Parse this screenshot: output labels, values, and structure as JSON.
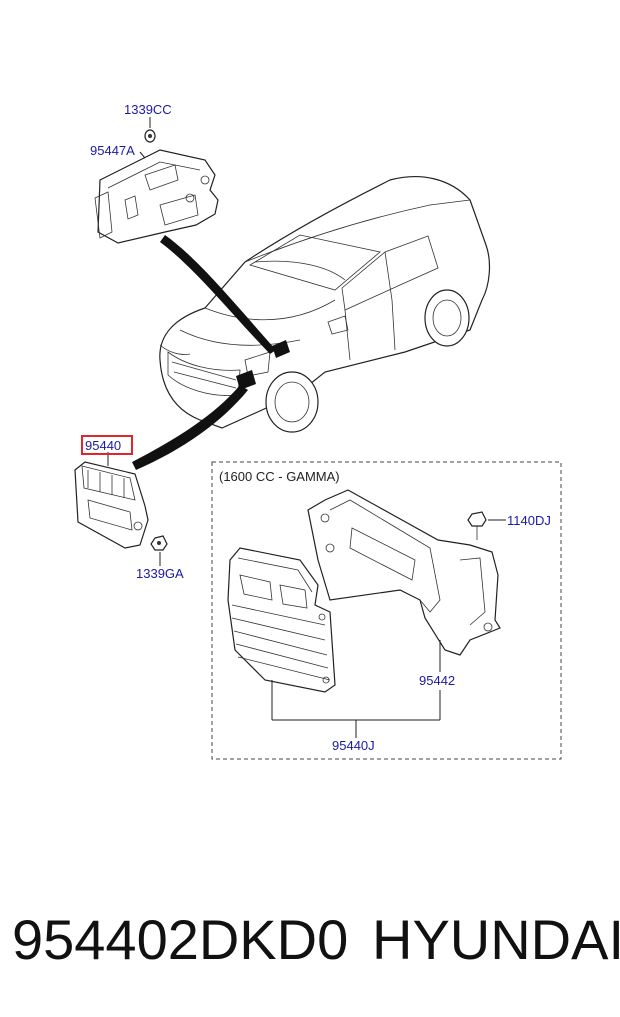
{
  "diagram": {
    "group_label": "(1600 CC - GAMMA)",
    "part_labels": {
      "p1339cc": "1339CC",
      "p95447a": "95447A",
      "p95440_highlight": "95440",
      "p1339ga": "1339GA",
      "p1140dj": "1140DJ",
      "p95442": "95442",
      "p95440j": "95440J"
    },
    "highlight_color": "#e0262b",
    "label_color": "#1a1aa6"
  },
  "caption": {
    "part_number": "954402DKD0",
    "brand": "HYUNDAI"
  }
}
